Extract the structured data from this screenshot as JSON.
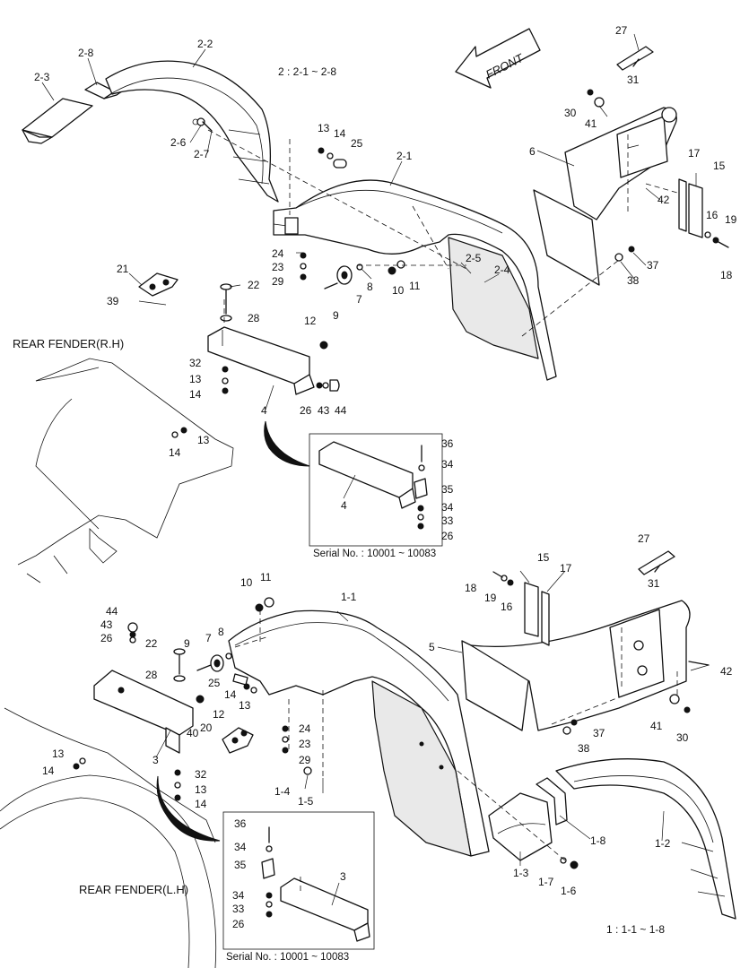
{
  "diagram": {
    "front_arrow_text": "FRONT",
    "group_labels": {
      "rh_title": "REAR FENDER(R.H)",
      "lh_title": "REAR FENDER(L.H)",
      "rh_range": "2  : 2-1 ~ 2-8",
      "lh_range": "1  : 1-1 ~ 1-8"
    },
    "serial_notes": {
      "top": "Serial No. : 10001 ~ 10083",
      "bottom": "Serial No. : 10001 ~ 10083"
    },
    "callouts_top": {
      "c2_2": "2-2",
      "c2_8": "2-8",
      "c2_3": "2-3",
      "c2_6": "2-6",
      "c2_7": "2-7",
      "c13": "13",
      "c14": "14",
      "c25": "25",
      "c2_1": "2-1",
      "c24": "24",
      "c23": "23",
      "c29": "29",
      "c8": "8",
      "c7": "7",
      "c9": "9",
      "c10": "10",
      "c11": "11",
      "c2_5": "2-5",
      "c2_4": "2-4",
      "c21": "21",
      "c39": "39",
      "c22": "22",
      "c28": "28",
      "c12": "12",
      "c32": "32",
      "c13b": "13",
      "c14b": "14",
      "c26": "26",
      "c43": "43",
      "c44": "44",
      "c4": "4",
      "c13c": "13",
      "c14c": "14",
      "c27": "27",
      "c31": "31",
      "c30": "30",
      "c41": "41",
      "c6": "6",
      "c42": "42",
      "c17": "17",
      "c15": "15",
      "c16": "16",
      "c19": "19",
      "c18": "18",
      "c37": "37",
      "c38": "38"
    },
    "inset_top": {
      "c36": "36",
      "c34": "34",
      "c35": "35",
      "c34b": "34",
      "c33": "33",
      "c26": "26",
      "c4": "4"
    },
    "callouts_bottom": {
      "c27": "27",
      "c31": "31",
      "c15": "15",
      "c17": "17",
      "c18": "18",
      "c19": "19",
      "c16": "16",
      "c10": "10",
      "c11": "11",
      "c1_1": "1-1",
      "c44": "44",
      "c43": "43",
      "c26": "26",
      "c22": "22",
      "c9": "9",
      "c7": "7",
      "c8": "8",
      "c28": "28",
      "c25": "25",
      "c14": "14",
      "c13": "13",
      "c12": "12",
      "c5": "5",
      "c42": "42",
      "c40": "40",
      "c20": "20",
      "c24": "24",
      "c23": "23",
      "c29": "29",
      "c41": "41",
      "c37": "37",
      "c30": "30",
      "c38": "38",
      "c13b": "13",
      "c14b": "14",
      "c3": "3",
      "c32": "32",
      "c13c": "13",
      "c14c": "14",
      "c1_4": "1-4",
      "c1_5": "1-5",
      "c1_8": "1-8",
      "c1_2": "1-2",
      "c1_3": "1-3",
      "c1_7": "1-7",
      "c1_6": "1-6"
    },
    "inset_bottom": {
      "c36": "36",
      "c34": "34",
      "c35": "35",
      "c3": "3",
      "c34b": "34",
      "c33": "33",
      "c26": "26"
    }
  }
}
